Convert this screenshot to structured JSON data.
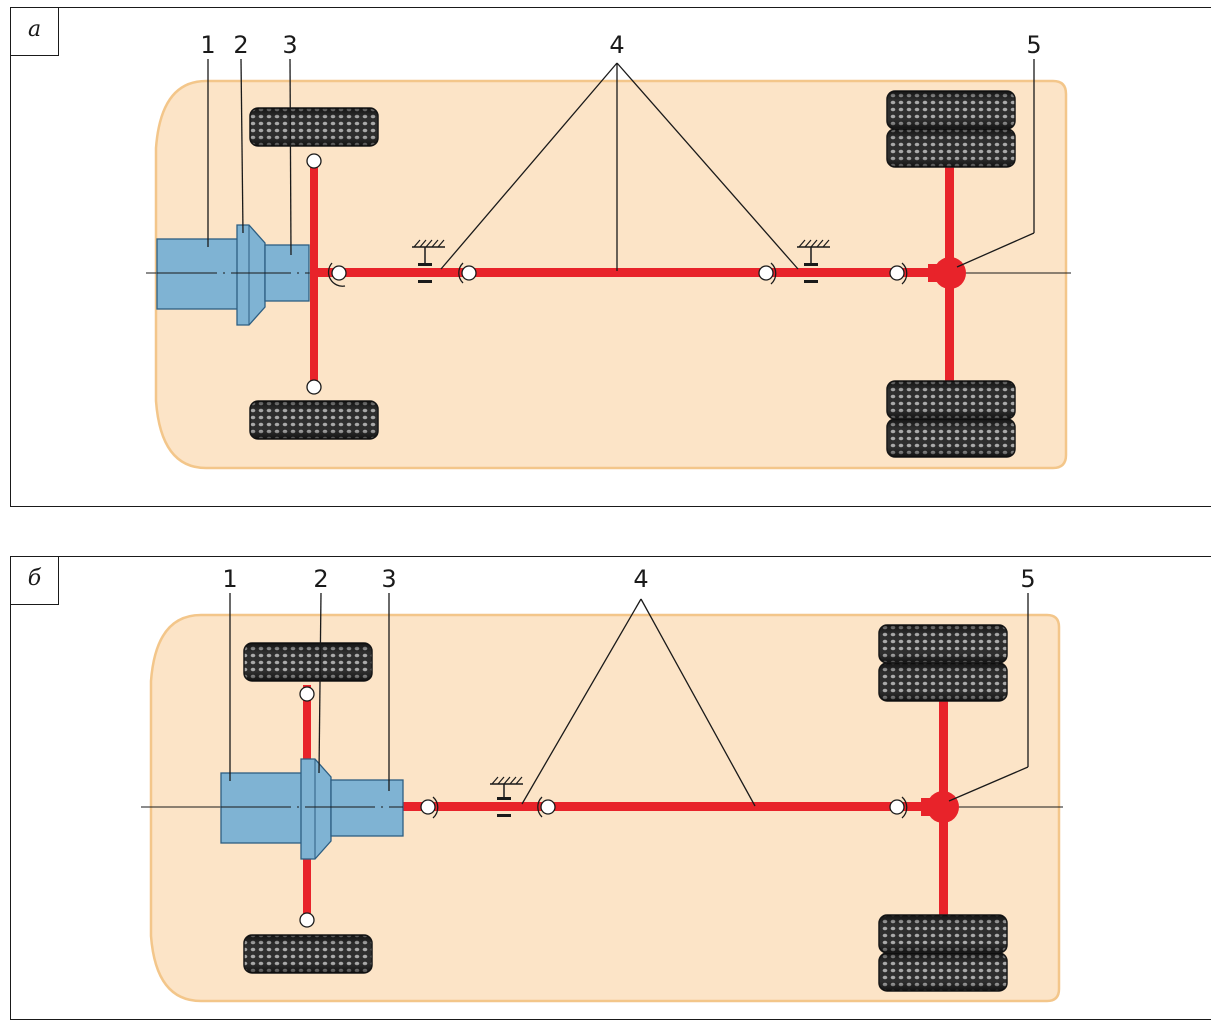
{
  "panels": [
    {
      "label": "а",
      "callouts": [
        "1",
        "2",
        "3",
        "4",
        "5"
      ]
    },
    {
      "label": "б",
      "callouts": [
        "1",
        "2",
        "3",
        "4",
        "5"
      ]
    }
  ],
  "colors": {
    "body_fill": "#fce4c7",
    "body_outline": "#f3c68a",
    "shaft_red": "#e8232a",
    "engine_blue": "#7fb3d3",
    "engine_outline": "#2d5e82",
    "tire_dark": "#3a3a3a",
    "line_black": "#1a1a1a"
  }
}
